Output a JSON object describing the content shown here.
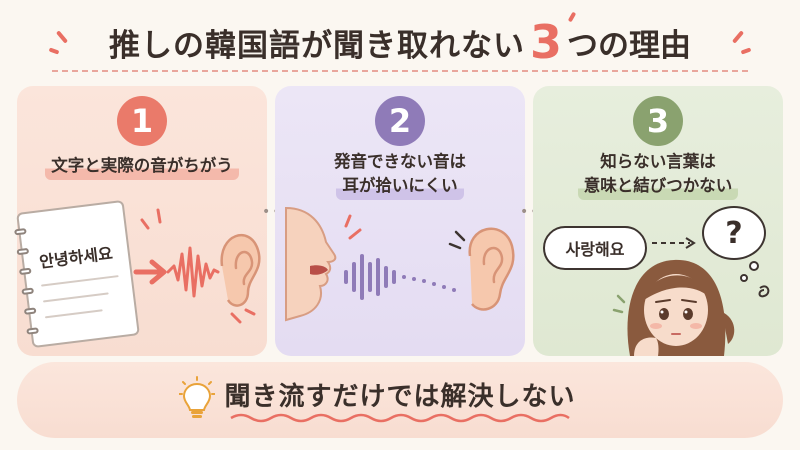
{
  "title": {
    "lead": "推しの韓国語が聞き取れない",
    "number": "3",
    "tail": "つの理由"
  },
  "cards": [
    {
      "number": "1",
      "title_lines": [
        "文字と実際の音がちがう"
      ],
      "illustration": "notebook-soundwave-ear",
      "notebook_text": "안녕하세요"
    },
    {
      "number": "2",
      "title_lines": [
        "発音できない音は",
        "耳が拾いにくい"
      ],
      "illustration": "mouth-soundwave-ear"
    },
    {
      "number": "3",
      "title_lines": [
        "知らない言葉は",
        "意味と結びつかない"
      ],
      "illustration": "woman-confused-question",
      "speech_bubble": "사랑해요",
      "thought_bubble": "?"
    }
  ],
  "conclusion": {
    "icon": "lightbulb-icon",
    "text": "聞き流すだけでは解決しない"
  },
  "colors": {
    "accent_red": "#e96f63",
    "purple": "#8f7bb8",
    "green": "#8aa26f",
    "background": "#fbf7f1"
  }
}
